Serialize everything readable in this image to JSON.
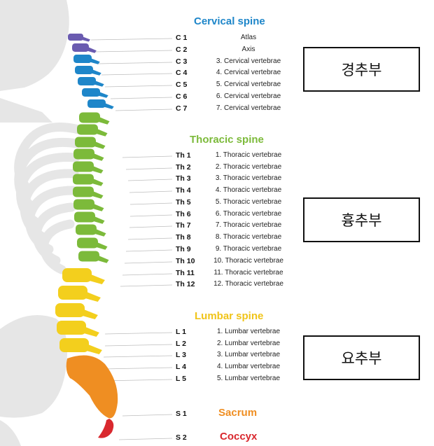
{
  "colors": {
    "cervical": "#1e86c9",
    "thoracic": "#7cba3a",
    "lumbar": "#f3cf1d",
    "sacrum": "#ef8e22",
    "coccyx": "#d9282e",
    "skeleton": "#e6e6e6"
  },
  "sections": {
    "cervical": "Cervical spine",
    "thoracic": "Thoracic spine",
    "lumbar": "Lumbar spine",
    "sacrum": "Sacrum",
    "coccyx": "Coccyx"
  },
  "cervical": [
    {
      "code": "C 1",
      "name": "Atlas"
    },
    {
      "code": "C 2",
      "name": "Axis"
    },
    {
      "code": "C 3",
      "name": "3. Cervical vertebrae"
    },
    {
      "code": "C 4",
      "name": "4. Cervical vertebrae"
    },
    {
      "code": "C 5",
      "name": "5. Cervical vertebrae"
    },
    {
      "code": "C 6",
      "name": "6. Cervical vertebrae"
    },
    {
      "code": "C 7",
      "name": "7. Cervical vertebrae"
    }
  ],
  "thoracic": [
    {
      "code": "Th 1",
      "name": "1. Thoracic vertebrae"
    },
    {
      "code": "Th 2",
      "name": "2. Thoracic vertebrae"
    },
    {
      "code": "Th 3",
      "name": "3. Thoracic vertebrae"
    },
    {
      "code": "Th 4",
      "name": "4. Thoracic vertebrae"
    },
    {
      "code": "Th 5",
      "name": "5. Thoracic vertebrae"
    },
    {
      "code": "Th 6",
      "name": "6. Thoracic vertebrae"
    },
    {
      "code": "Th 7",
      "name": "7. Thoracic vertebrae"
    },
    {
      "code": "Th 8",
      "name": "8. Thoracic vertebrae"
    },
    {
      "code": "Th 9",
      "name": "9. Thoracic vertebrae"
    },
    {
      "code": "Th 10",
      "name": "10. Thoracic vertebrae"
    },
    {
      "code": "Th 11",
      "name": "11. Thoracic vertebrae"
    },
    {
      "code": "Th 12",
      "name": "12. Thoracic vertebrae"
    }
  ],
  "lumbar": [
    {
      "code": "L 1",
      "name": "1. Lumbar vertebrae"
    },
    {
      "code": "L 2",
      "name": "2. Lumbar vertebrae"
    },
    {
      "code": "L 3",
      "name": "3. Lumbar vertebrae"
    },
    {
      "code": "L 4",
      "name": "4. Lumbar vertebrae"
    },
    {
      "code": "L 5",
      "name": "5. Lumbar vertebrae"
    }
  ],
  "sacral": [
    {
      "code": "S 1"
    },
    {
      "code": "S 2"
    }
  ],
  "korean_labels": {
    "cervical": "경추부",
    "thoracic": "흉추부",
    "lumbar": "요추부"
  }
}
